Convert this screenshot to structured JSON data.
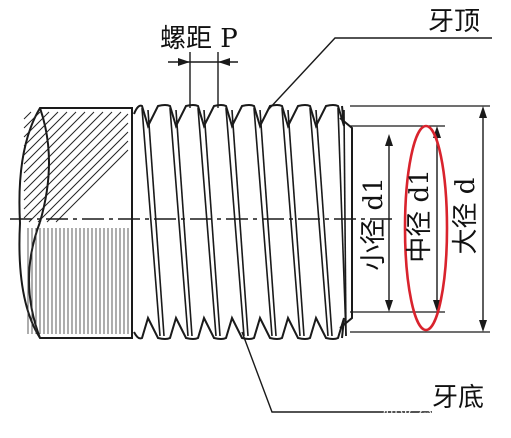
{
  "labels": {
    "pitch": "螺距 P",
    "crest": "牙顶",
    "root": "牙底",
    "minor_diameter": "小径 d1",
    "pitch_diameter": "中径 d1",
    "major_diameter": "大径 d"
  },
  "watermark": {
    "text": "知乎 @AMT论坛"
  },
  "highlight": {
    "color": "#d9232d",
    "target": "pitch_diameter"
  },
  "line_color": "#1a1a1a"
}
